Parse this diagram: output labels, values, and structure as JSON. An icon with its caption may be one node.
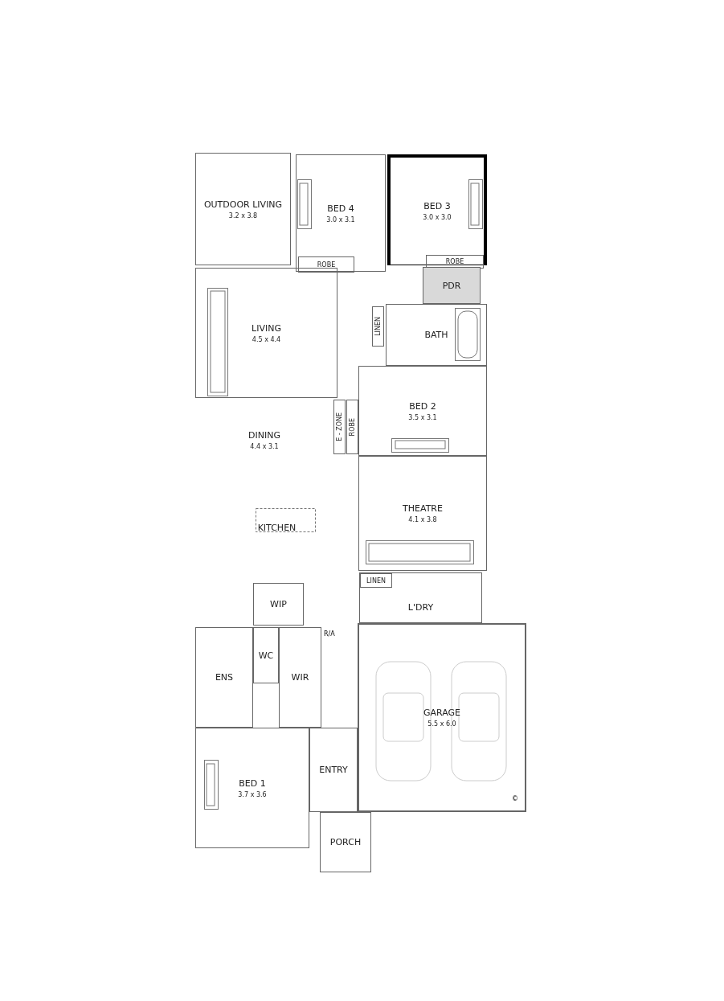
{
  "diagram": {
    "nodes": [
      {
        "text": [
          "OUTDOOR LIVING",
          "3.2 x 3.8"
        ]
      },
      {
        "text": [
          "BED 4",
          "3.0 x 3.1"
        ]
      },
      {
        "text": [
          "ROBE"
        ],
        "in": 1
      },
      {
        "text": [
          "BED 3",
          "3.0 x 3.0"
        ]
      },
      {
        "text": [
          "ROBE"
        ],
        "in": 3
      },
      {
        "text": [
          "PDR"
        ]
      },
      {
        "text": [
          "LIVING",
          "4.5 x 4.4"
        ]
      },
      {
        "text": [
          "LINEN"
        ]
      },
      {
        "text": [
          "BATH"
        ]
      },
      {
        "text": [
          "E - ZONE"
        ]
      },
      {
        "text": [
          "ROBE"
        ]
      },
      {
        "text": [
          "BED 2",
          "3.5 x 3.1"
        ]
      },
      {
        "text": [
          "DINING",
          "4.4 x 3.1"
        ]
      },
      {
        "text": [
          "THEATRE",
          "4.1 x 3.8"
        ]
      },
      {
        "text": [
          "KITCHEN"
        ]
      },
      {
        "text": [
          "WIP"
        ]
      },
      {
        "text": [
          "L'DRY"
        ]
      },
      {
        "text": [
          "LINEN"
        ],
        "in": 16
      },
      {
        "text": [
          "WC"
        ]
      },
      {
        "text": [
          "ENS"
        ]
      },
      {
        "text": [
          "WIR"
        ]
      },
      {
        "text": [
          "GARAGE",
          "5.5 x 6.0"
        ]
      },
      {
        "text": [
          "ENTRY"
        ]
      },
      {
        "text": [
          "BED 1",
          "3.7 x 3.6"
        ]
      },
      {
        "text": [
          "PORCH"
        ]
      }
    ],
    "edges": [],
    "labels": [
      "R/A",
      "©"
    ]
  }
}
